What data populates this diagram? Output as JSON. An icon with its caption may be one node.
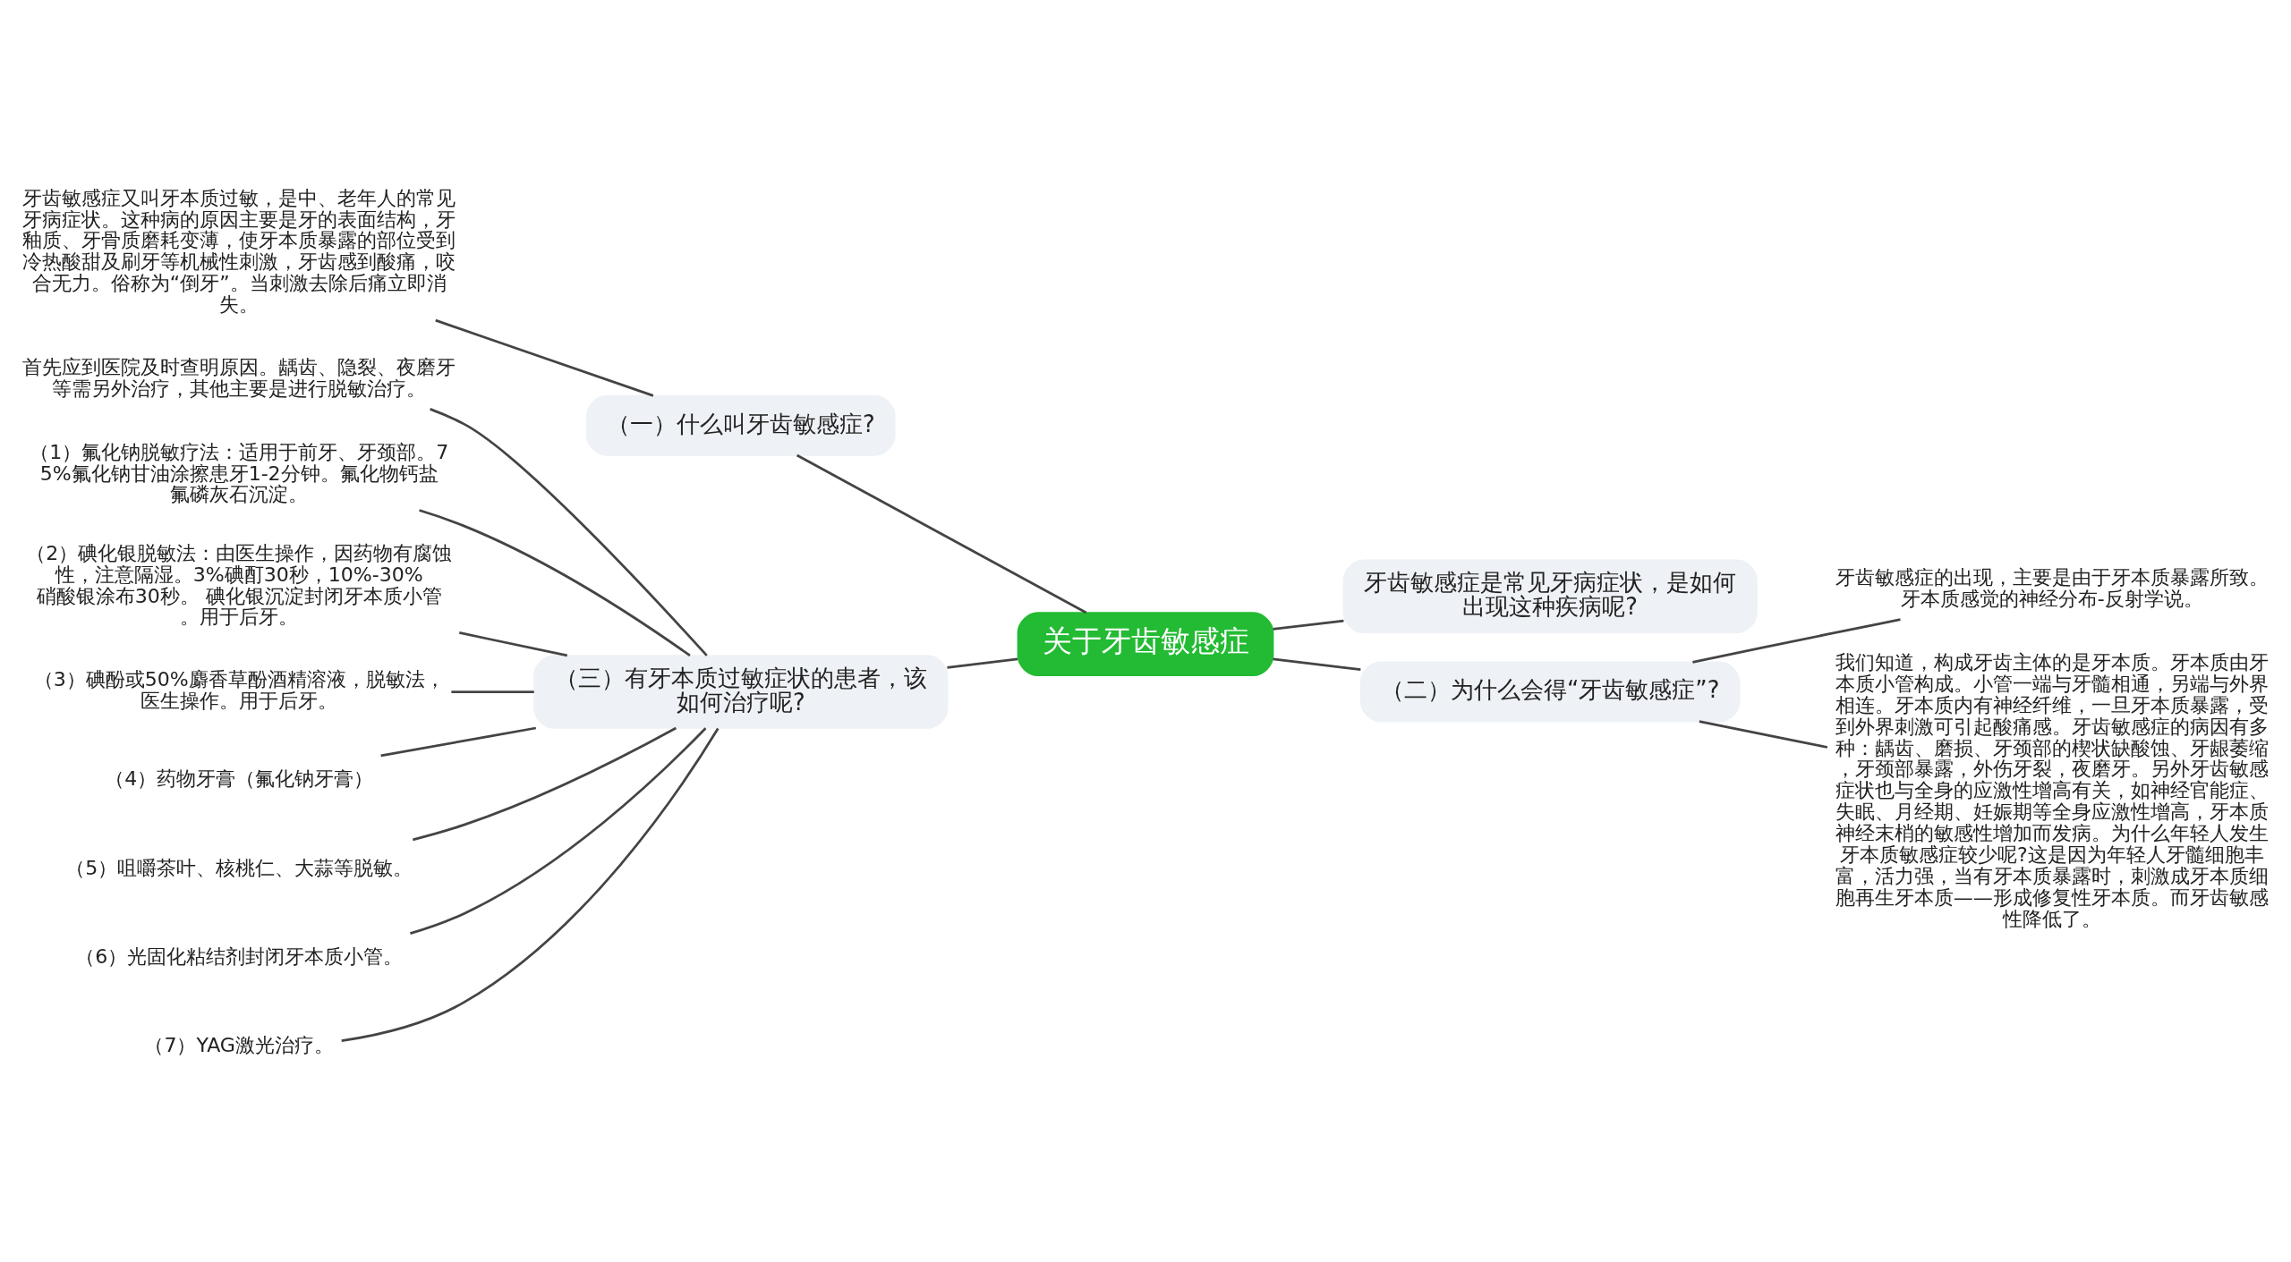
{
  "diagram": {
    "nodes": [
      {
        "text": [
          "关于牙齿敏感症"
        ]
      },
      {
        "text": [
          "（一）什么叫牙齿敏感症?"
        ]
      },
      {
        "text": [
          "牙齿敏感症又叫牙本质过敏，是中、老年人的常见牙病症状。这种病的原因主要是牙的表面结构，牙釉质、牙骨质磨耗变薄，使牙本质暴露的部位受到冷热酸甜及刷牙等机械性刺激，牙齿感到酸痛，咬合无力。俗称为“倒牙”。当刺激去除后痛立即消失。"
        ]
      },
      {
        "text": [
          "（三）有牙本质过敏症状的患者，该如何治疗呢?"
        ]
      },
      {
        "text": [
          "首先应到医院及时查明原因。龋齿、隐裂、夜磨牙等需另外治疗，其他主要是进行脱敏治疗。"
        ]
      },
      {
        "text": [
          "（1）氟化钠脱敏疗法：适用于前牙、牙颈部。75%氟化钠甘油涂擦患牙1-2分钟。氟化物钙盐氟磷灰石沉淀。"
        ]
      },
      {
        "text": [
          "（2）碘化银脱敏法：由医生操作，因药物有腐蚀性，注意隔湿。3%碘酊30秒，10%-30%硝酸银涂布30秒。 碘化银沉淀封闭牙本质小管。用于后牙。"
        ]
      },
      {
        "text": [
          "（3）碘酚或50%麝香草酚酒精溶液，脱敏法，医生操作。用于后牙。"
        ]
      },
      {
        "text": [
          "（4）药物牙膏（氟化钠牙膏）"
        ]
      },
      {
        "text": [
          "（5）咀嚼茶叶、核桃仁、大蒜等脱敏。"
        ]
      },
      {
        "text": [
          "（6）光固化粘结剂封闭牙本质小管。"
        ]
      },
      {
        "text": [
          "（7）YAG激光治疗。"
        ]
      },
      {
        "text": [
          "牙齿敏感症是常见牙病症状，是如何出现这种疾病呢?"
        ]
      },
      {
        "text": [
          "（二）为什么会得“牙齿敏感症”?"
        ]
      },
      {
        "text": [
          "牙齿敏感症的出现，主要是由于牙本质暴露所致。牙本质感觉的神经分布-反射学说。"
        ]
      },
      {
        "text": [
          "我们知道，构成牙齿主体的是牙本质。牙本质由牙本质小管构成。小管一端与牙髓相通，另端与外界相连。牙本质内有神经纤维，一旦牙本质暴露，受到外界刺激可引起酸痛感。牙齿敏感症的病因有多种：龋齿、磨损、牙颈部的楔状缺酸蚀、牙龈萎缩，牙颈部暴露，外伤牙裂，夜磨牙。另外牙齿敏感症状也与全身的应激性增高有关，如神经官能症、失眠、月经期、妊娠期等全身应激性增高，牙本质神经末梢的敏感性增加而发病。为什么年轻人发生牙本质敏感症较少呢?这是因为年轻人牙髓细胞丰富，活力强，当有牙本质暴露时，刺激成牙本质细胞再生牙本质——形成修复性牙本质。而牙齿敏感性降低了。"
        ]
      }
    ],
    "edges": [
      {
        "from": 0,
        "to": 1,
        "arrow": "none"
      },
      {
        "from": 1,
        "to": 2,
        "arrow": "none"
      },
      {
        "from": 0,
        "to": 3,
        "arrow": "none"
      },
      {
        "from": 3,
        "to": 4,
        "arrow": "none"
      },
      {
        "from": 3,
        "to": 5,
        "arrow": "none"
      },
      {
        "from": 3,
        "to": 6,
        "arrow": "none"
      },
      {
        "from": 3,
        "to": 7,
        "arrow": "none"
      },
      {
        "from": 3,
        "to": 8,
        "arrow": "none"
      },
      {
        "from": 3,
        "to": 9,
        "arrow": "none"
      },
      {
        "from": 3,
        "to": 10,
        "arrow": "none"
      },
      {
        "from": 3,
        "to": 11,
        "arrow": "none"
      },
      {
        "from": 0,
        "to": 12,
        "arrow": "none"
      },
      {
        "from": 0,
        "to": 13,
        "arrow": "none"
      },
      {
        "from": 13,
        "to": 14,
        "arrow": "none"
      },
      {
        "from": 13,
        "to": 15,
        "arrow": "none"
      }
    ]
  }
}
